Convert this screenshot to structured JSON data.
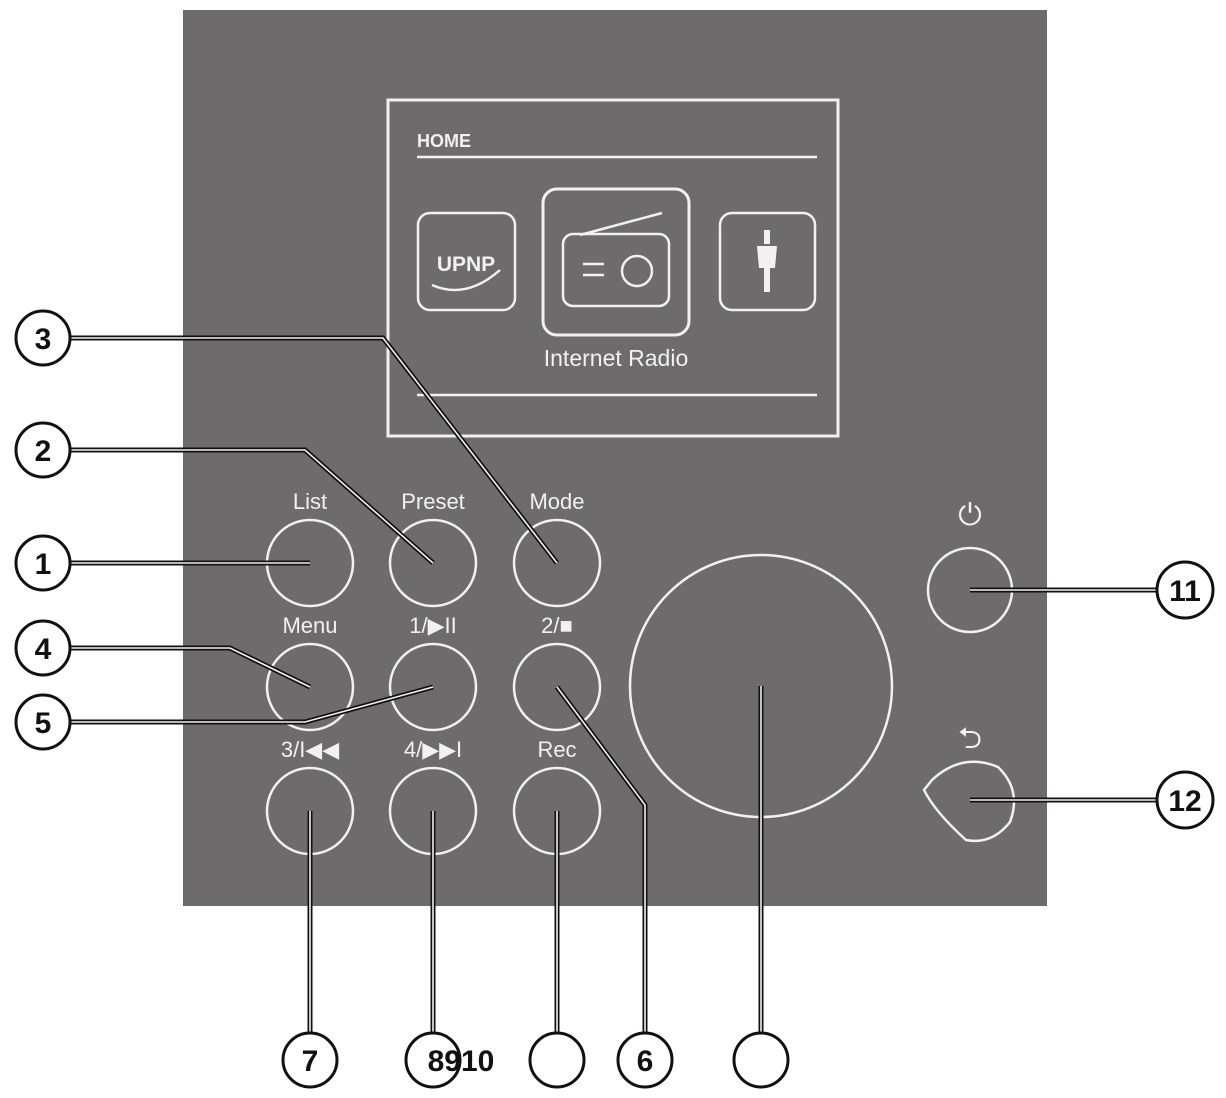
{
  "screen": {
    "title": "HOME",
    "icons": [
      {
        "label": "UPNP",
        "icon": "upnp-icon"
      },
      {
        "label": "",
        "icon": "radio-icon"
      },
      {
        "label": "",
        "icon": "aux-jack-icon"
      }
    ],
    "selected_caption": "Internet Radio"
  },
  "buttons": {
    "list": "List",
    "preset": "Preset",
    "mode": "Mode",
    "menu": "Menu",
    "play_pause": "1/▶II",
    "stop": "2/■",
    "prev": "3/I◀◀",
    "next": "4/▶▶I",
    "rec": "Rec",
    "power_symbol": "⏻",
    "back_symbol": "⮌"
  },
  "callouts": {
    "c1": "1",
    "c2": "2",
    "c3": "3",
    "c4": "4",
    "c5": "5",
    "c6": "6",
    "c7": "7",
    "c8910": "8910",
    "c11": "11",
    "c12": "12"
  },
  "colors": {
    "panel": "#6d6b6b",
    "outline": "#f1f1f1",
    "callout_stroke": "#111111"
  }
}
